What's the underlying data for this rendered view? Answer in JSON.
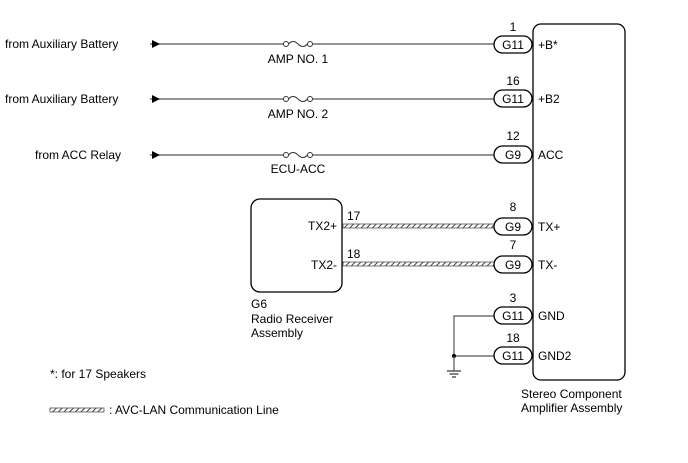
{
  "power_inputs": [
    {
      "source": "from Auxiliary Battery",
      "fuse": "AMP NO. 1",
      "pin": "1",
      "connector": "G11",
      "terminal": "+B*"
    },
    {
      "source": "from Auxiliary Battery",
      "fuse": "AMP NO. 2",
      "pin": "16",
      "connector": "G11",
      "terminal": "+B2"
    },
    {
      "source": "from ACC Relay",
      "fuse": "ECU-ACC",
      "pin": "12",
      "connector": "G9",
      "terminal": "ACC"
    }
  ],
  "radio_receiver": {
    "connector": "G6",
    "name_line1": "Radio Receiver",
    "name_line2": "Assembly",
    "terminals": [
      {
        "label": "TX2+",
        "pin": "17"
      },
      {
        "label": "TX2-",
        "pin": "18"
      }
    ]
  },
  "comm_lines": [
    {
      "pin": "8",
      "connector": "G9",
      "terminal": "TX+"
    },
    {
      "pin": "7",
      "connector": "G9",
      "terminal": "TX-"
    }
  ],
  "ground_lines": [
    {
      "pin": "3",
      "connector": "G11",
      "terminal": "GND"
    },
    {
      "pin": "18",
      "connector": "G11",
      "terminal": "GND2"
    }
  ],
  "amplifier": {
    "name_line1": "Stereo Component",
    "name_line2": "Amplifier Assembly"
  },
  "notes": {
    "footnote": "*: for 17 Speakers",
    "legend_label": ": AVC-LAN Communication Line"
  }
}
